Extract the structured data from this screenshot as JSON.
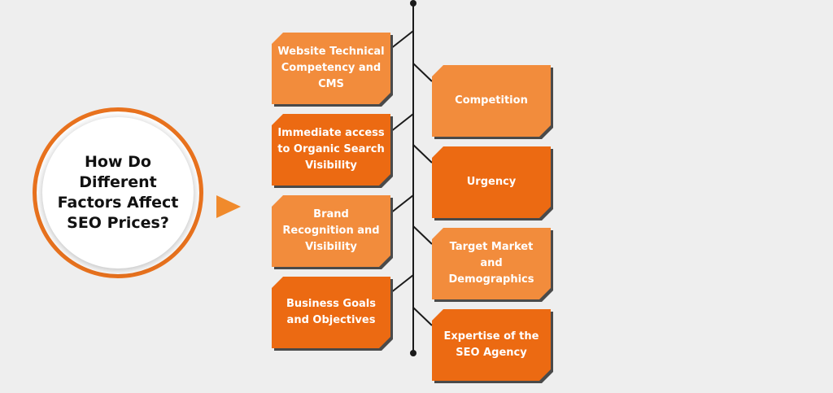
{
  "title": "How Do Different Factors Affect SEO Prices?",
  "colors": {
    "box_light": "#f28c3c",
    "box_dark": "#ec6a12",
    "ring": "#e8721e",
    "line": "#1a1a1a"
  },
  "factors_left": [
    "Website Technical Competency and CMS",
    "Immediate access to Organic Search Visibility",
    "Brand Recognition and Visibility",
    "Business Goals and Objectives"
  ],
  "factors_right": [
    "Competition",
    "Urgency",
    "Target Market and Demographics",
    "Expertise of the SEO Agency"
  ]
}
